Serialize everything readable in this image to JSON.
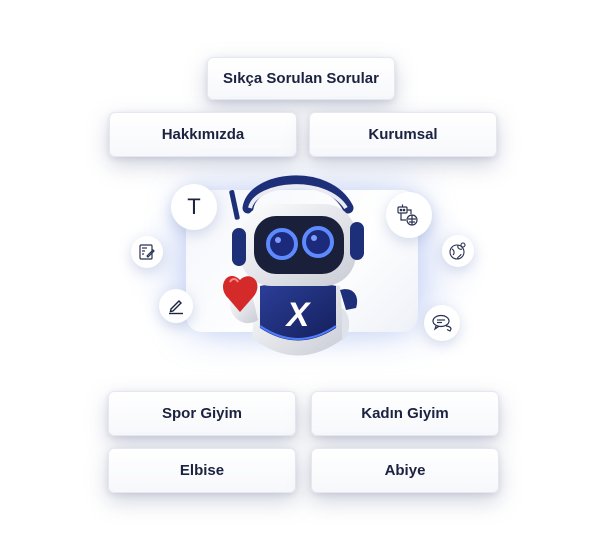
{
  "menu": {
    "top": {
      "label": "Sıkça Sorulan Sorular"
    },
    "row1": [
      {
        "label": "Hakkımızda"
      },
      {
        "label": "Kurumsal"
      }
    ],
    "row2": [
      {
        "label": "Spor Giyim"
      },
      {
        "label": "Kadın Giyim"
      }
    ],
    "row3": [
      {
        "label": "Elbise"
      },
      {
        "label": "Abiye"
      }
    ]
  },
  "icons": {
    "text_tool": {
      "glyph": "T",
      "name": "text-icon"
    },
    "notes": {
      "name": "note-edit-icon"
    },
    "pencil": {
      "name": "pencil-icon"
    },
    "bot_brain": {
      "name": "bot-brain-icon"
    },
    "globe": {
      "name": "globe-user-icon"
    },
    "chat": {
      "name": "chat-bubbles-icon"
    }
  },
  "mascot": {
    "chest_letter": "X"
  },
  "colors": {
    "text": "#1b2340",
    "robot_blue": "#1e2f7a",
    "robot_glow": "#3f6bff",
    "heart": "#d42a2a"
  }
}
